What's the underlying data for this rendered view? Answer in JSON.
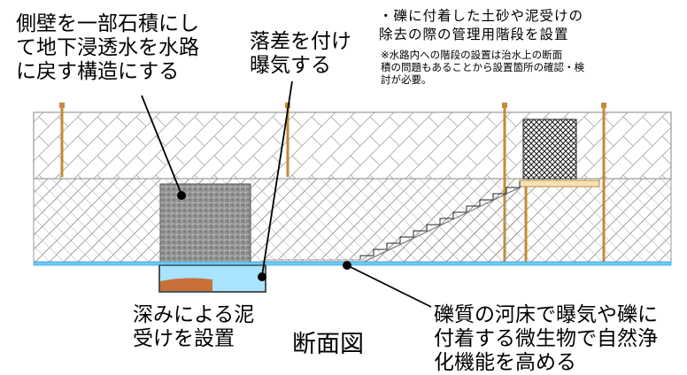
{
  "labels": {
    "side_wall": [
      "側壁を一部石積にし",
      "て地下浸透水を水路",
      "に戻す構造にする"
    ],
    "drop": [
      "落差を付け",
      "曝気する"
    ],
    "stairs": [
      "・礫に付着した土砂や泥受けの",
      "除去の際の管理用階段を設置"
    ],
    "stairs_note": [
      "※水路内への階段の設置は治水上の断面",
      "積の問題もあることから設置箇所の確認・検",
      "討が必要。"
    ],
    "pool": [
      "深みによる泥",
      "受けを設置"
    ],
    "gravel": [
      "礫質の河床で曝気や礫に",
      "付着する微生物で自然浄",
      "化機能を高める"
    ],
    "title": "断面図"
  },
  "colors": {
    "water": "#66ccff",
    "mud": "#c8703a",
    "stone_wall": "#999999",
    "post": "#c48a3a",
    "ladder_net": "#333333",
    "hatch": "#9a9a9a"
  }
}
